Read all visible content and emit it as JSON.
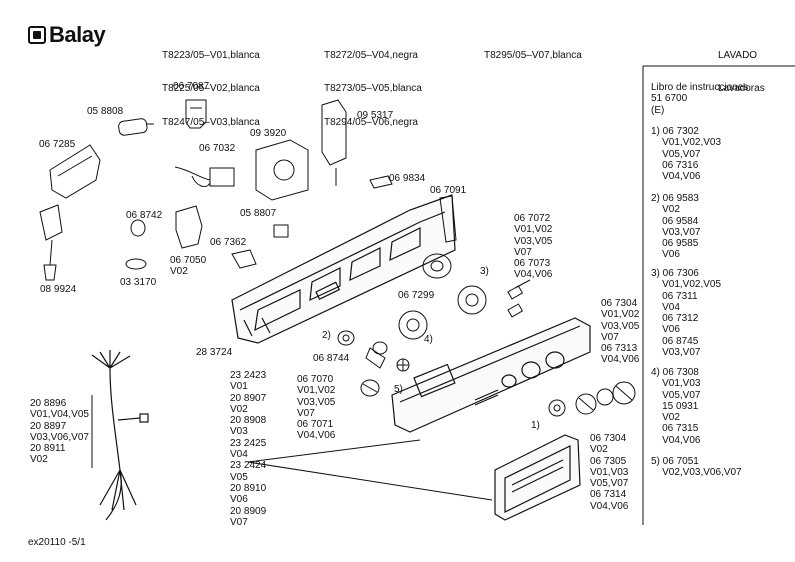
{
  "brand": "Balay",
  "header": {
    "models_col1": [
      "T8223/05–V01,blanca",
      "T8225/05–V02,blanca",
      "T8247/05–V03,blanca"
    ],
    "models_col2": [
      "T8272/05–V04,negra",
      "T8273/05–V05,blanca",
      "T8294/05–V06,negra"
    ],
    "models_col3": [
      "T8295/05–V07,blanca"
    ],
    "category": [
      "LAVADO",
      "Lavadoras"
    ]
  },
  "sidebar": {
    "manual": "Libro de instrucciones\n51 6700\n(E)",
    "notes": [
      "1) 06 7302\n    V01,V02,V03\n    V05,V07\n    06 7316\n    V04,V06",
      "2) 06 9583\n    V02\n    06 9584\n    V03,V07\n    06 9585\n    V06",
      "3) 06 7306\n    V01,V02,V05\n    06 7311\n    V04\n    06 7312\n    V06\n    06 8745\n    V03,V07",
      "4) 06 7308\n    V01,V03\n    V05,V07\n    15 0931\n    V02\n    06 7315\n    V04,V06",
      "5) 06 7051\n    V02,V03,V06,V07"
    ]
  },
  "labels": {
    "p067087": "06 7087",
    "p058808": "05 8808",
    "p067285": "06 7285",
    "p067032": "06 7032",
    "p093920": "09 3920",
    "p095317": "09 5317",
    "p069834": "06 9834",
    "p067091": "06 7091",
    "p068742": "06 8742",
    "p058807": "05 8807",
    "p067362": "06 7362",
    "p067050": "06 7050\nV02",
    "p089924": "08 9924",
    "p033170": "03 3170",
    "p067299": "06 7299",
    "p067072": "06 7072\nV01,V02\nV03,V05\nV07\n06 7073\nV04,V06",
    "callout3": "3)",
    "callout4": "4)",
    "callout2": "2)",
    "callout5": "5)",
    "callout1": "1)",
    "p283724": "28 3724",
    "p068744": "06 8744",
    "p067304a": "06 7304\nV01,V02\nV03,V05\nV07\n06 7313\nV04,V06",
    "p067304b": "06 7304\nV02\n06 7305\nV01,V03\nV05,V07\n06 7314\nV04,V06",
    "p067070": "06 7070\nV01,V02\nV03,V05\nV07\n06 7071\nV04,V06",
    "p232423": "23 2423\nV01\n20 8907\nV02\n20 8908\nV03\n23 2425\nV04\n23 2424\nV05\n20 8910\nV06\n20 8909\nV07",
    "p208896": "20 8896\nV01,V04,V05\n20 8897\nV03,V06,V07\n20 8911\nV02"
  },
  "footer": "ex20110 -5/1"
}
